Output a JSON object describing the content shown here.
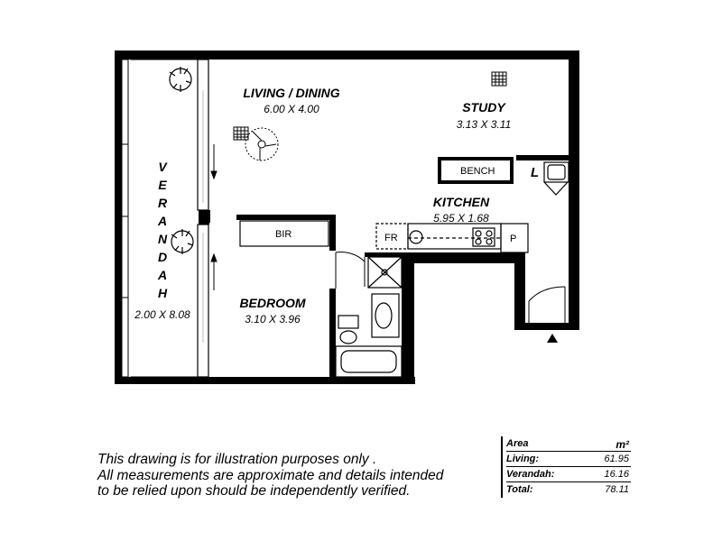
{
  "rooms": {
    "living": {
      "name": "LIVING / DINING",
      "dims": "6.00 X 4.00"
    },
    "study": {
      "name": "STUDY",
      "dims": "3.13 X 3.11"
    },
    "kitchen": {
      "name": "KITCHEN",
      "dims": "5.95 X 1.68"
    },
    "bedroom": {
      "name": "BEDROOM",
      "dims": "3.10 X 3.96"
    },
    "verandah": {
      "letters": [
        "V",
        "E",
        "R",
        "A",
        "N",
        "D",
        "A",
        "H"
      ],
      "dims": "2.00 X 8.08"
    }
  },
  "fixtures": {
    "bench": "BENCH",
    "bir": "BIR",
    "fridge": "FR",
    "pantry": "P",
    "laundry": "L"
  },
  "disclaimer": [
    "This drawing is for illustration purposes only .",
    "All measurements are approximate and details intended",
    "to be relied upon should be independently verified."
  ],
  "area_table": {
    "header": {
      "label": "Area",
      "unit": "m²"
    },
    "rows": [
      {
        "label": "Living:",
        "value": "61.95"
      },
      {
        "label": "Verandah:",
        "value": "16.16"
      },
      {
        "label": "Total:",
        "value": "78.11"
      }
    ]
  }
}
